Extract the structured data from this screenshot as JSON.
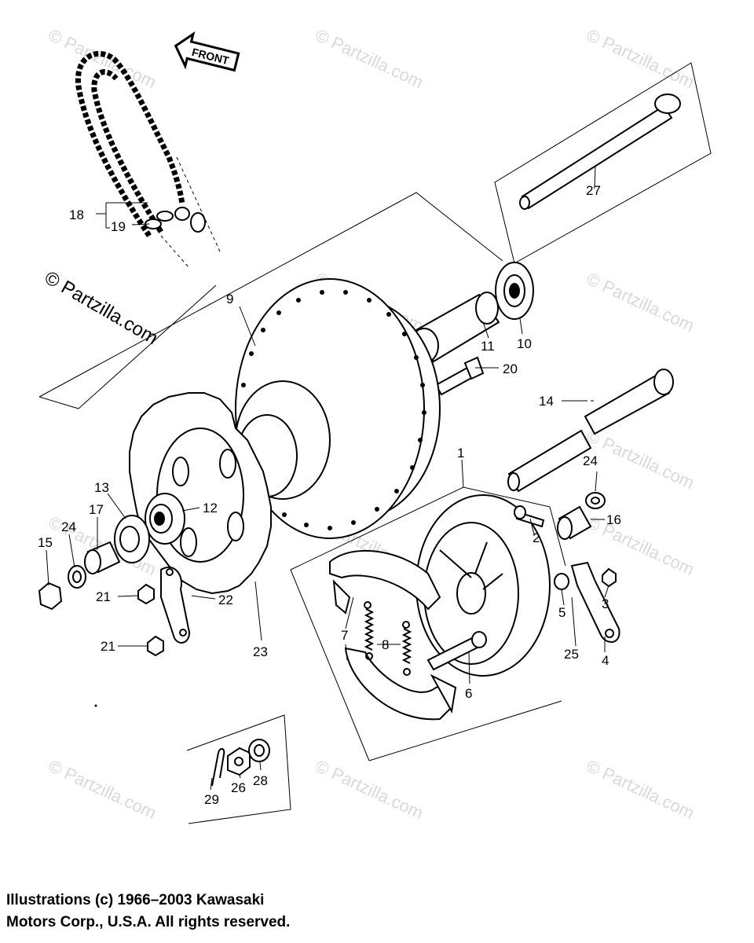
{
  "direction_arrow": {
    "label": "FRONT"
  },
  "watermarks": [
    "© Partzilla.com",
    "© Partzilla.com",
    "© Partzilla.com",
    "© Partzilla.com",
    "© Partzilla.com",
    "© Partzilla.com",
    "© Partzilla.com",
    "© Partzilla.com",
    "© Partzilla.com",
    "© Partzilla.com",
    "© Partzilla.com",
    "© Partzilla.com"
  ],
  "dark_watermark": "© Partzilla.com",
  "callouts": [
    "1",
    "2",
    "3",
    "4",
    "5",
    "6",
    "7",
    "8",
    "9",
    "10",
    "11",
    "12",
    "13",
    "14",
    "15",
    "16",
    "17",
    "18",
    "19",
    "20",
    "21",
    "21",
    "22",
    "23",
    "24",
    "24",
    "25",
    "26",
    "27",
    "28",
    "29"
  ],
  "footer": {
    "line1": "Illustrations (c) 1966–2003 Kawasaki",
    "line2": "Motors Corp., U.S.A.  All rights reserved."
  }
}
